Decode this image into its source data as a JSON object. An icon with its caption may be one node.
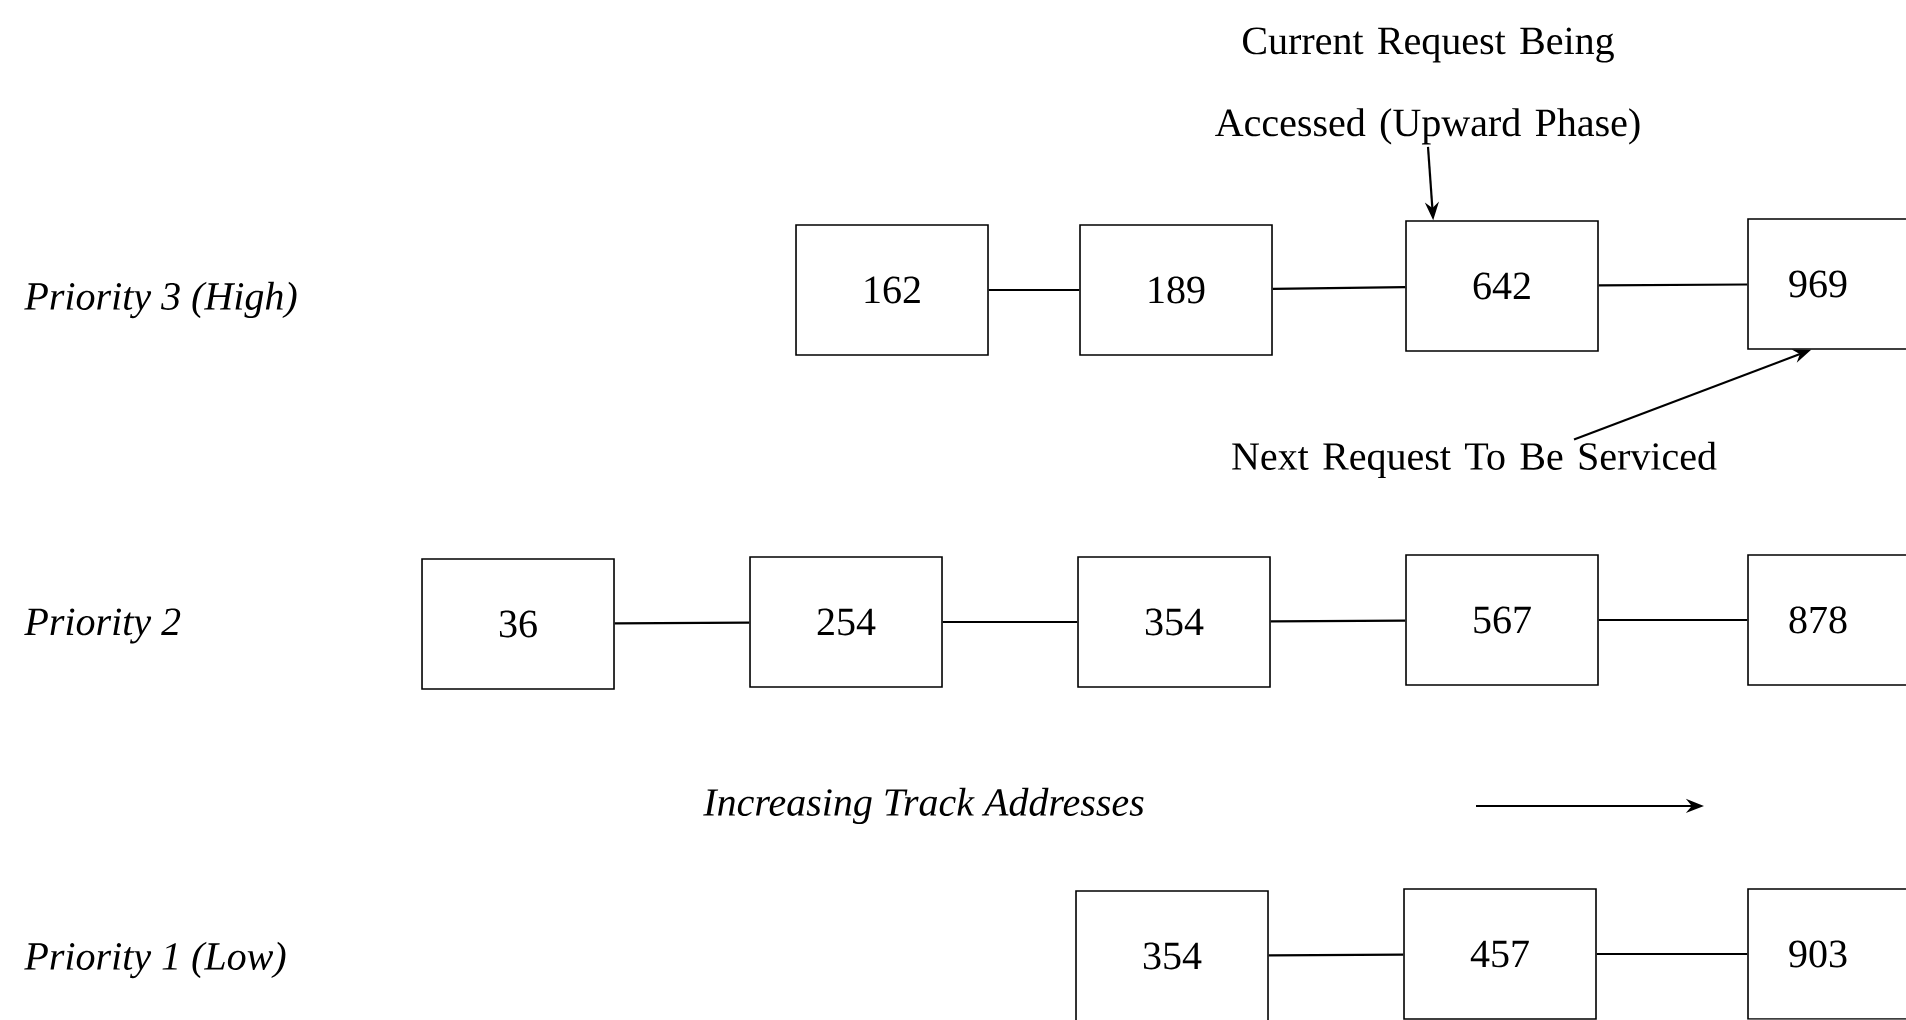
{
  "diagram": {
    "nodes": [
      {
        "text": [
          "Current Request Being Accessed (Upward Phase)"
        ]
      },
      {
        "text": [
          "162"
        ]
      },
      {
        "text": [
          "189"
        ]
      },
      {
        "text": [
          "642"
        ]
      },
      {
        "text": [
          "969"
        ]
      },
      {
        "text": [
          "Next Request To Be Serviced"
        ]
      },
      {
        "text": [
          "36"
        ]
      },
      {
        "text": [
          "254"
        ]
      },
      {
        "text": [
          "354"
        ]
      },
      {
        "text": [
          "567"
        ]
      },
      {
        "text": [
          "878"
        ]
      },
      {
        "text": [
          "354"
        ]
      },
      {
        "text": [
          "457"
        ]
      },
      {
        "text": [
          "903"
        ]
      }
    ],
    "edges": [
      {
        "from": 1,
        "to": 2,
        "arrow": "none"
      },
      {
        "from": 2,
        "to": 3,
        "arrow": "none"
      },
      {
        "from": 3,
        "to": 4,
        "arrow": "none"
      },
      {
        "from": 0,
        "to": 3,
        "arrow": "to"
      },
      {
        "from": 5,
        "to": 4,
        "arrow": "to"
      },
      {
        "from": 6,
        "to": 7,
        "arrow": "none"
      },
      {
        "from": 7,
        "to": 8,
        "arrow": "none"
      },
      {
        "from": 8,
        "to": 9,
        "arrow": "none"
      },
      {
        "from": 9,
        "to": 10,
        "arrow": "none"
      },
      {
        "from": 11,
        "to": 12,
        "arrow": "none"
      },
      {
        "from": 12,
        "to": 13,
        "arrow": "none"
      }
    ],
    "labels": [
      "Priority 3 (High)",
      "Priority 2",
      "Increasing Track Addresses",
      "Priority 1 (Low)"
    ]
  }
}
